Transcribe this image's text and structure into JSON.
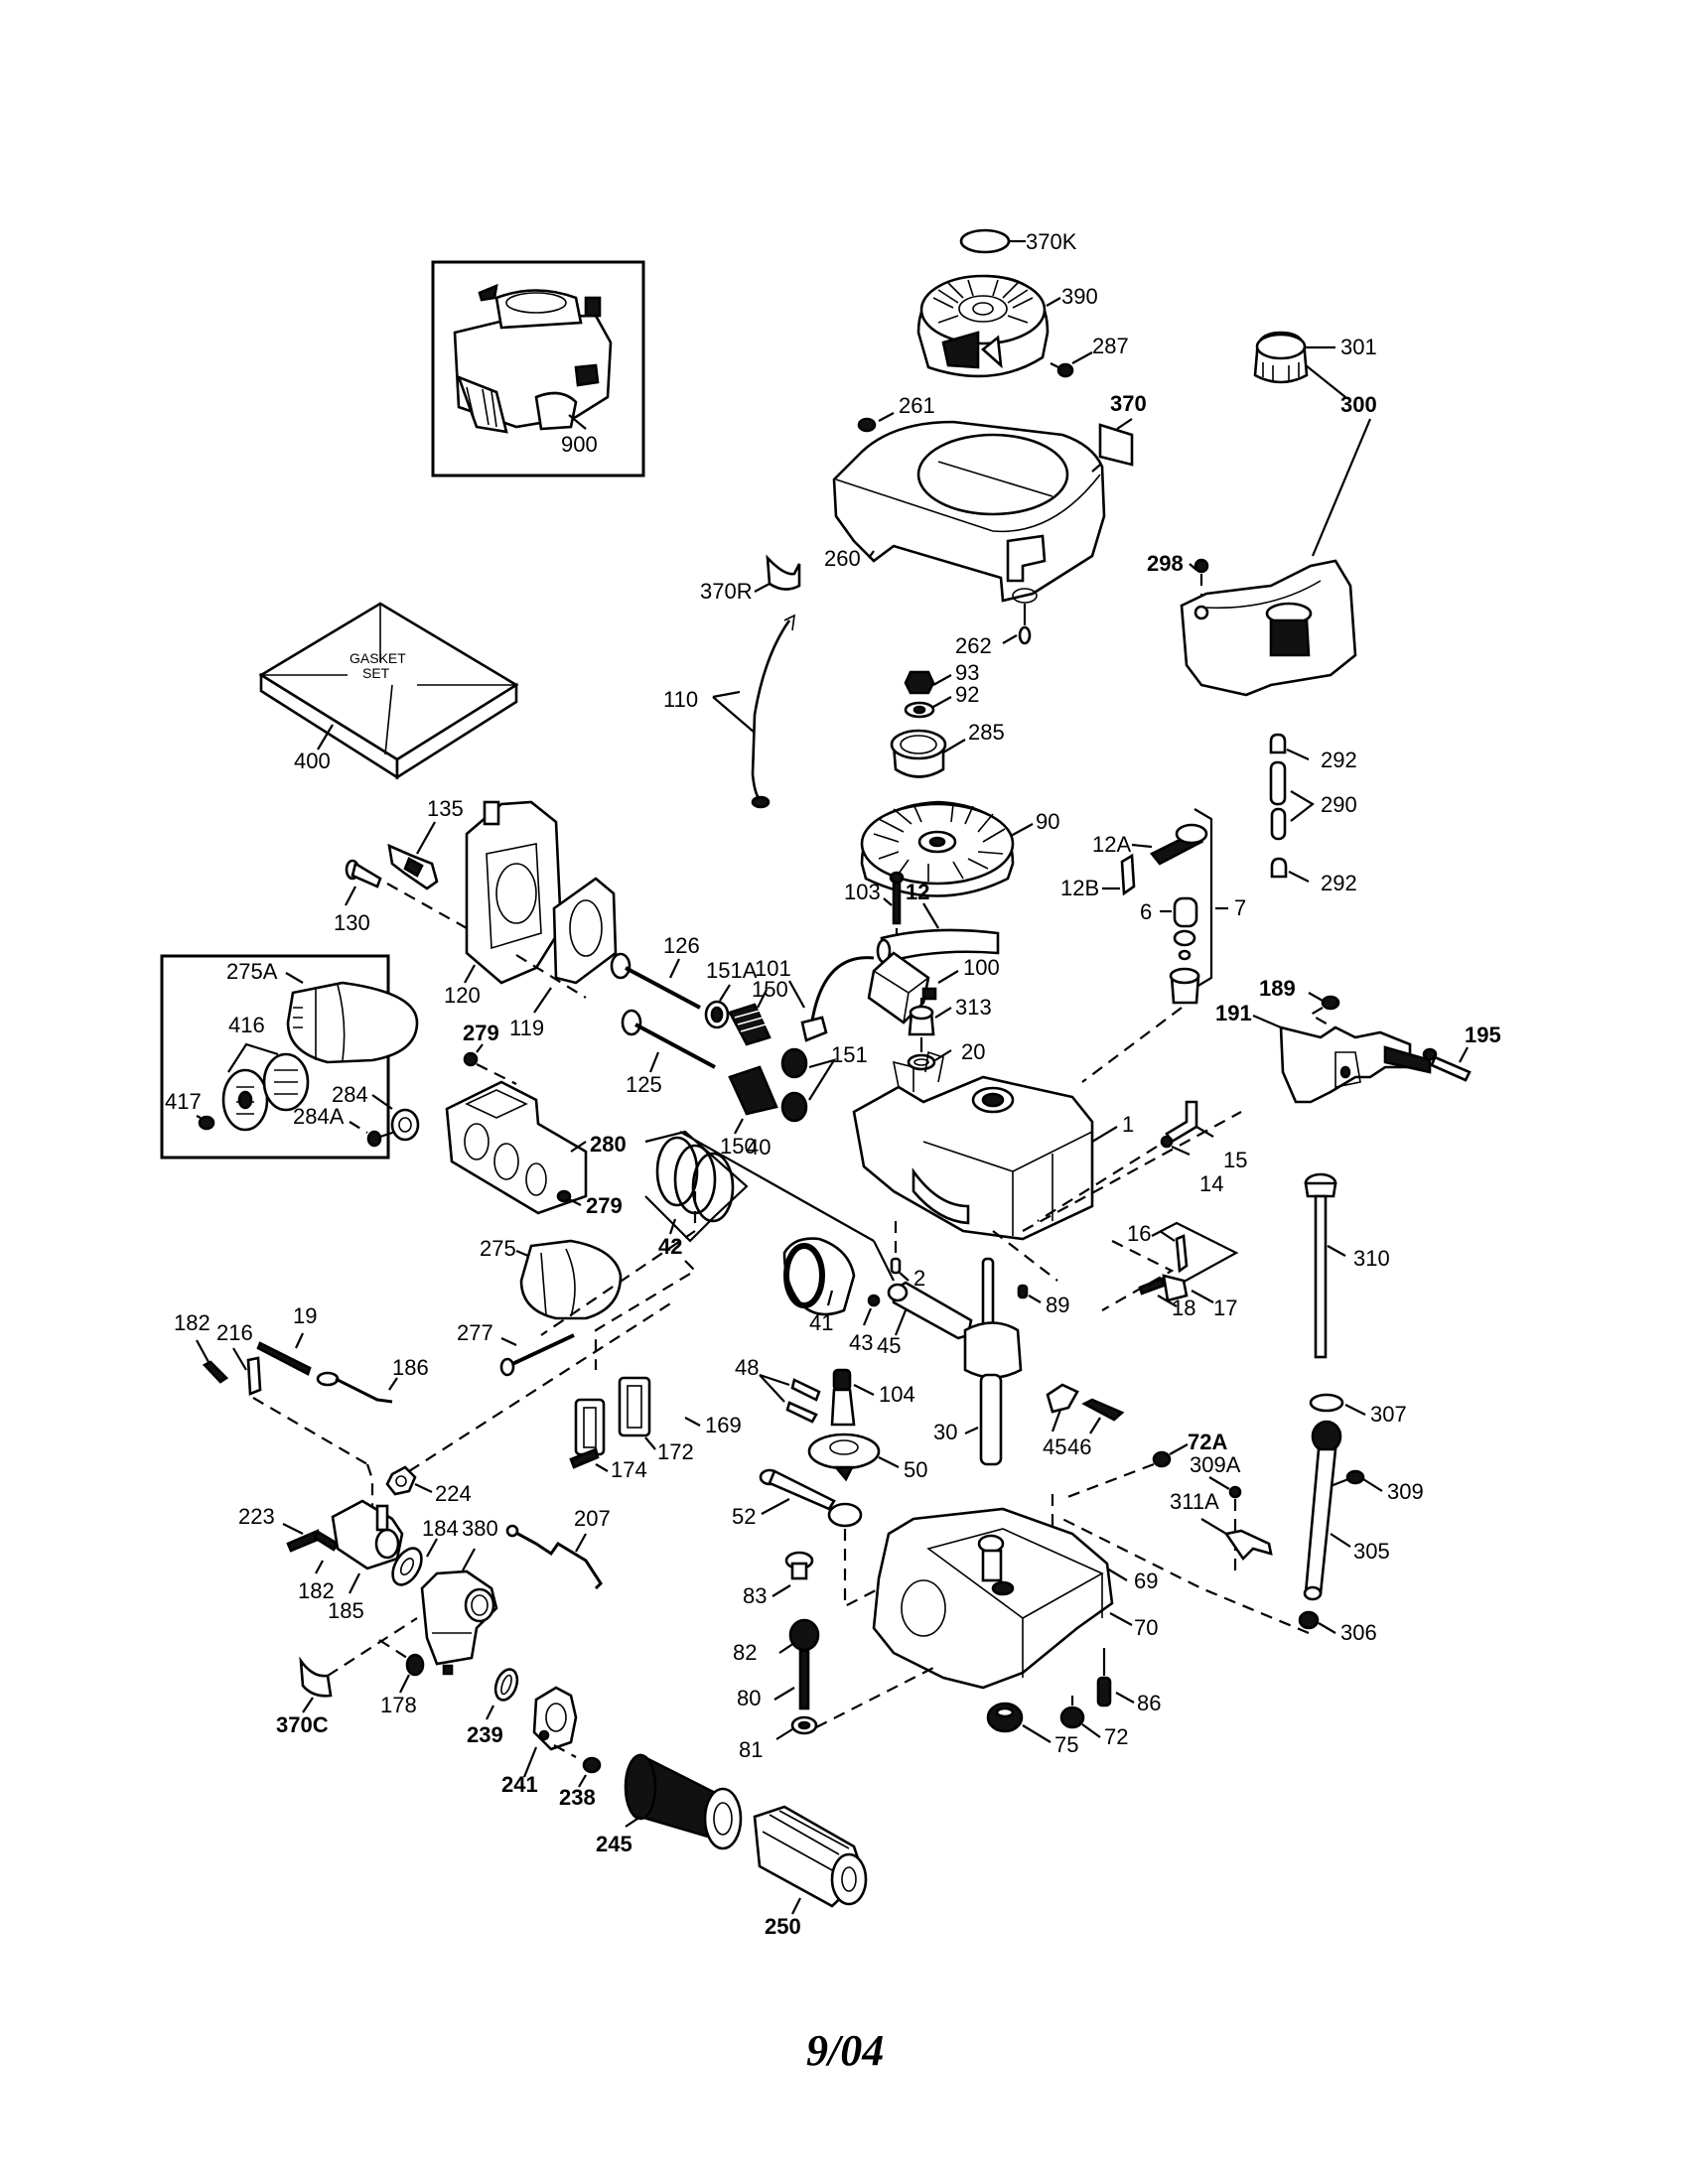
{
  "document": {
    "type": "exploded parts diagram",
    "subject": "small engine (vertical shaft lawn mower engine)",
    "footer_date": "9/04"
  },
  "gasket_set": {
    "text_line1": "GASKET",
    "text_line2": "SET"
  },
  "labels": {
    "l370K": "370K",
    "l390": "390",
    "l287": "287",
    "l301": "301",
    "l300": "300",
    "l900": "900",
    "l261": "261",
    "l370": "370",
    "l260": "260",
    "l370R": "370R",
    "l298": "298",
    "l262": "262",
    "l110": "110",
    "l400": "400",
    "l93": "93",
    "l92": "92",
    "l285": "285",
    "l292a": "292",
    "l290": "290",
    "l292b": "292",
    "l135": "135",
    "l130": "130",
    "l90": "90",
    "l12A": "12A",
    "l12B": "12B",
    "l7": "7",
    "l6": "6",
    "l103": "103",
    "l12": "12",
    "l100": "100",
    "l126": "126",
    "l101": "101",
    "l151A": "151A",
    "l150a": "150",
    "l275A": "275A",
    "l120": "120",
    "l119": "119",
    "l416": "416",
    "l313": "313",
    "l20": "20",
    "l189": "189",
    "l191": "191",
    "l195": "195",
    "l279a": "279",
    "l125": "125",
    "l151": "151",
    "l284": "284",
    "l417": "417",
    "l284A": "284A",
    "l280": "280",
    "l150b": "150",
    "l40": "40",
    "l1": "1",
    "l15": "15",
    "l14": "14",
    "l279b": "279",
    "l42": "42",
    "l310": "310",
    "l275": "275",
    "l16": "16",
    "l2": "2",
    "l89": "89",
    "l17": "17",
    "l18": "18",
    "l182a": "182",
    "l216": "216",
    "l19": "19",
    "l41": "41",
    "l43": "43",
    "l45a": "45",
    "l186": "186",
    "l277": "277",
    "l48": "48",
    "l104": "104",
    "l169": "169",
    "l307": "307",
    "l30": "30",
    "l45b": "45",
    "l46": "46",
    "l72A": "72A",
    "l309A": "309A",
    "l172": "172",
    "l174": "174",
    "l50": "50",
    "l309": "309",
    "l224": "224",
    "l311A": "311A",
    "l52": "52",
    "l223": "223",
    "l207": "207",
    "l184": "184",
    "l380": "380",
    "l305": "305",
    "l182b": "182",
    "l69": "69",
    "l185": "185",
    "l83": "83",
    "l306": "306",
    "l70": "70",
    "l82": "82",
    "l370C": "370C",
    "l178": "178",
    "l80": "80",
    "l86": "86",
    "l239": "239",
    "l81": "81",
    "l75": "75",
    "l72": "72",
    "l241": "241",
    "l238": "238",
    "l245": "245",
    "l250": "250"
  }
}
